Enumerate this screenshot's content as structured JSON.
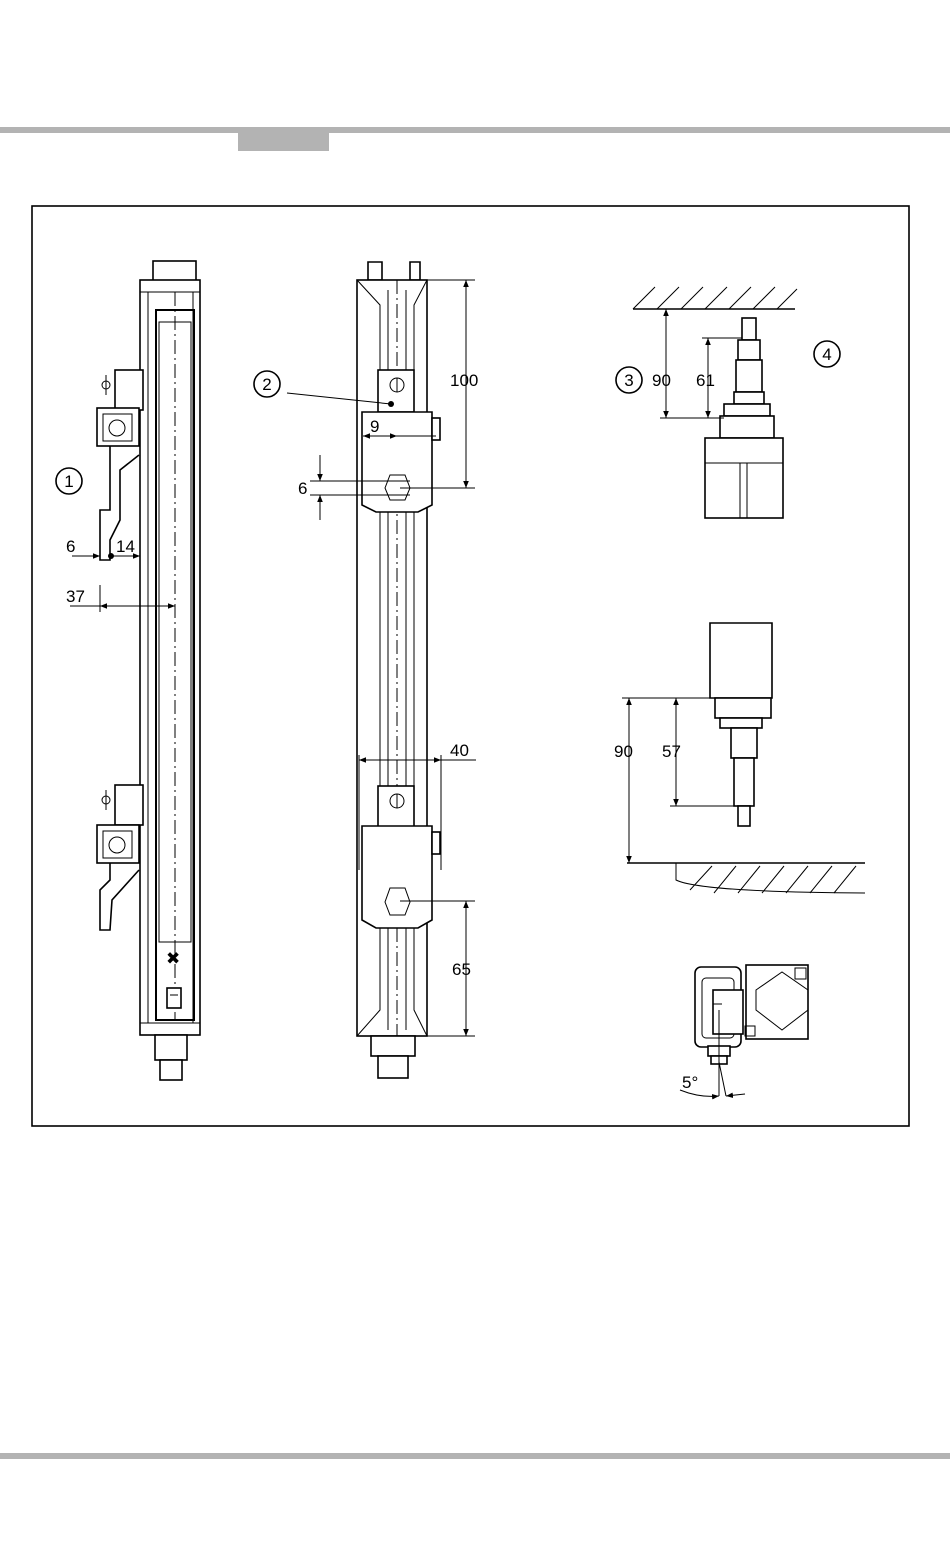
{
  "callouts": {
    "c1": "1",
    "c2": "2",
    "c3": "3",
    "c4": "4"
  },
  "dims": {
    "side_6": "6",
    "side_14": "14",
    "side_37": "37",
    "front_100": "100",
    "front_9": "9",
    "front_6": "6",
    "front_40": "40",
    "front_65": "65",
    "top_90": "90",
    "top_61": "61",
    "mid_90": "90",
    "mid_57": "57",
    "angle_5": "5°"
  }
}
